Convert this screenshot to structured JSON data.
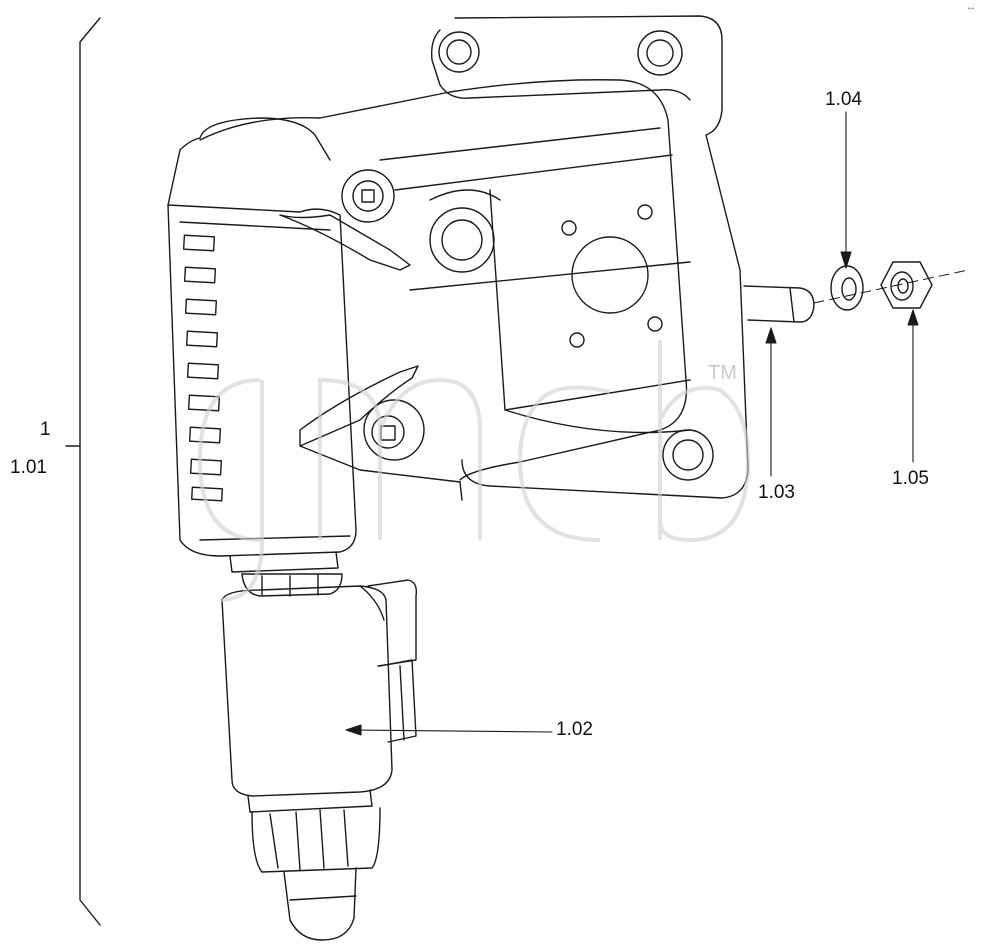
{
  "labels": {
    "assembly": "1",
    "item_1_01": "1.01",
    "item_1_02": "1.02",
    "item_1_03": "1.03",
    "item_1_04": "1.04",
    "item_1_05": "1.05"
  },
  "watermark": {
    "text": "gmcb",
    "trademark": "TM"
  },
  "corner_mark": "↔",
  "colors": {
    "line": "#1a1a1a",
    "watermark": "#cfcfcf",
    "background": "#ffffff"
  }
}
